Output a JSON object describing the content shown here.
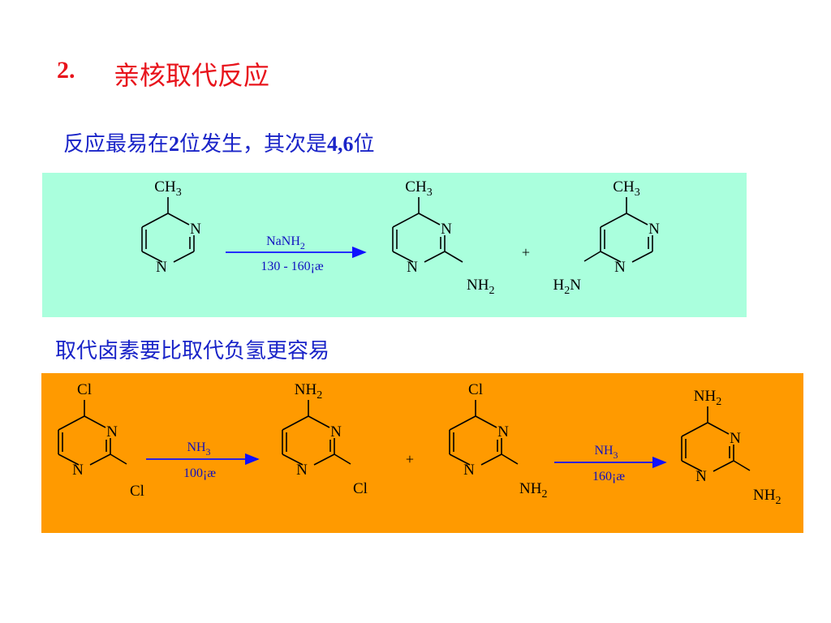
{
  "slide": {
    "title_number": "2.",
    "title_text": "亲核取代反应",
    "note1_prefix": "反应最易在",
    "note1_num1": "2",
    "note1_mid": "位发生，其次是",
    "note1_num2": "4,6",
    "note1_suffix": "位",
    "note2": "取代卤素要比取代负氢更容易"
  },
  "reaction1": {
    "reactant": {
      "top": "CH3",
      "ring_n_right": "N",
      "ring_n_bottom": "N"
    },
    "reagent": "NaNH2",
    "condition": "130 - 160¡æ",
    "product1": {
      "top": "CH3",
      "ring_n_right": "N",
      "ring_n_bottom": "N",
      "sub": "NH2"
    },
    "plus": "+",
    "product2": {
      "top": "CH3",
      "ring_n_right": "N",
      "ring_n_bottom": "N",
      "sub": "H2N"
    }
  },
  "reaction2": {
    "reactant": {
      "top": "Cl",
      "ring_n_right": "N",
      "ring_n_bottom": "N",
      "sub": "Cl"
    },
    "reagent1": "NH3",
    "condition1": "100¡æ",
    "product1": {
      "top": "NH2",
      "ring_n_right": "N",
      "ring_n_bottom": "N",
      "sub": "Cl"
    },
    "plus": "+",
    "product2": {
      "top": "Cl",
      "ring_n_right": "N",
      "ring_n_bottom": "N",
      "sub": "NH2"
    },
    "reagent2": "NH3",
    "condition2": "160¡æ",
    "product3": {
      "top": "NH2",
      "ring_n_right": "N",
      "ring_n_bottom": "N",
      "sub": "NH2"
    }
  },
  "colors": {
    "title": "#e8141c",
    "note": "#1a24c8",
    "panel1_bg": "#aaffdd",
    "panel2_bg": "#ff9a00",
    "arrow": "#1010ff",
    "reagent_text": "#1010c0"
  }
}
